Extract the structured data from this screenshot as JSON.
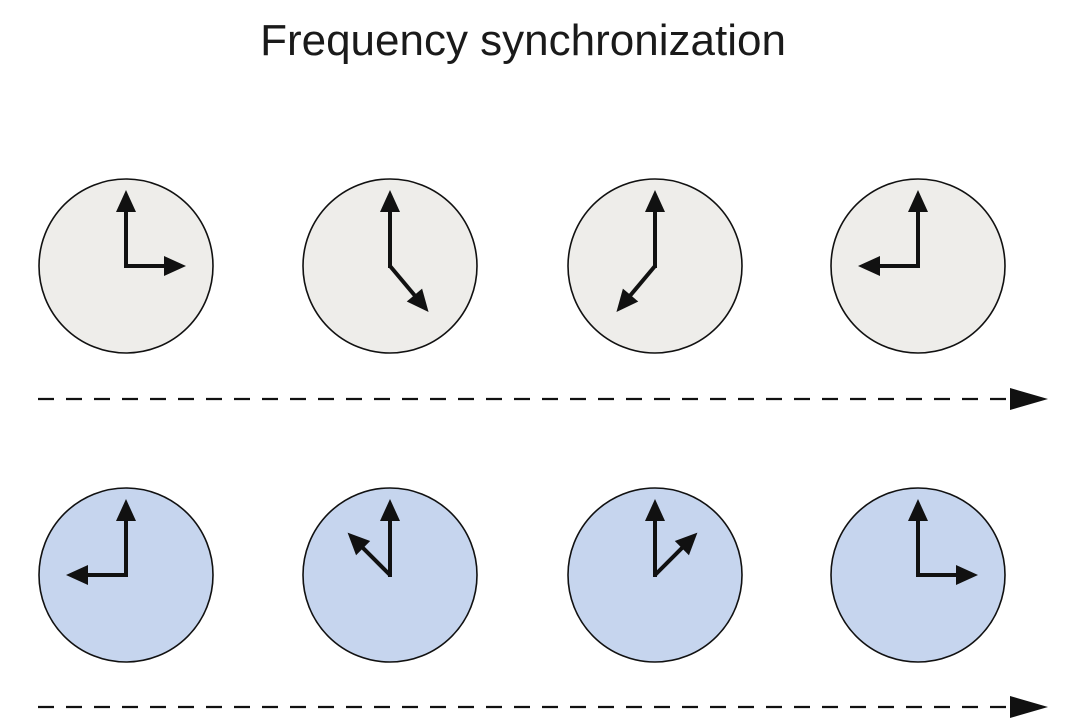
{
  "title": "Frequency synchronization",
  "colors": {
    "top_face": "#eeedea",
    "bottom_face": "#c6d5ee",
    "stroke": "#111111",
    "arrow": "#111111"
  },
  "rows": [
    {
      "name": "top-row",
      "face_color_key": "top_face",
      "clocks": [
        {
          "minute_deg": 0,
          "hour_deg": 90
        },
        {
          "minute_deg": 0,
          "hour_deg": 140
        },
        {
          "minute_deg": 0,
          "hour_deg": 220
        },
        {
          "minute_deg": 0,
          "hour_deg": 270
        }
      ]
    },
    {
      "name": "bottom-row",
      "face_color_key": "bottom_face",
      "clocks": [
        {
          "minute_deg": 0,
          "hour_deg": 270
        },
        {
          "minute_deg": 0,
          "hour_deg": 315
        },
        {
          "minute_deg": 0,
          "hour_deg": 45
        },
        {
          "minute_deg": 0,
          "hour_deg": 90
        }
      ]
    }
  ]
}
